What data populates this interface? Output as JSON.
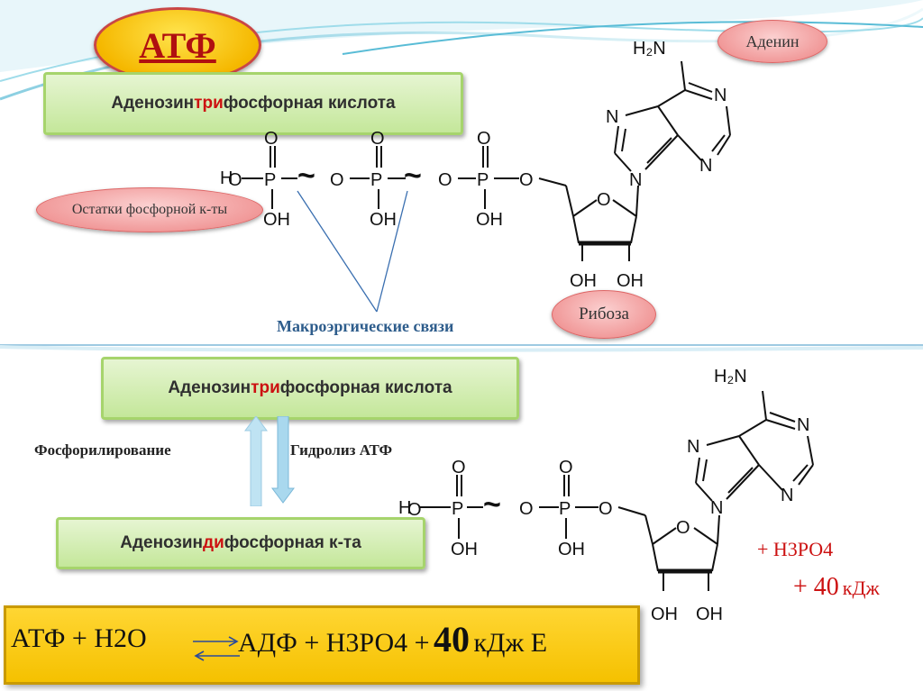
{
  "header": {
    "title": "АТФ"
  },
  "top": {
    "full_name": {
      "pre": "Аденозин",
      "hl": "три",
      "post": "фосфорная кислота"
    },
    "label_adenine": "Аденин",
    "label_phosphate": "Остатки фосфорной к-ты",
    "label_ribose": "Рибоза",
    "label_macro": "Макроэргические связи",
    "bond_sign": "~"
  },
  "bottom": {
    "full_name": {
      "pre": "Аденозин",
      "hl": "три",
      "post": "фосфорная кислота"
    },
    "adp_name": {
      "pre": "Аденозин",
      "hl": "ди",
      "post": "фосфорная к-та"
    },
    "label_phosph": "Фосфорилирование",
    "label_hydro": "Гидролиз АТФ",
    "plus_h3po4": "+ Н3РО4",
    "plus_energy_num": "+ 40",
    "plus_energy_unit": "кДж",
    "bond_sign": "~"
  },
  "equation": {
    "left": "АТФ + Н2О",
    "right": "АДФ + Н3РО4 +",
    "energy": "40",
    "unit": "кДж Е"
  },
  "molecule_labels": {
    "h2n": "H₂N",
    "n": "N",
    "o": "O",
    "p": "P",
    "oh": "OH",
    "h": "H"
  },
  "colors": {
    "accent_red": "#cc1111",
    "green_box": "#c4e79a",
    "yellow_box": "#f5c800",
    "label_blue": "#2e5d8c",
    "bond_line": "#3a6fb0"
  }
}
